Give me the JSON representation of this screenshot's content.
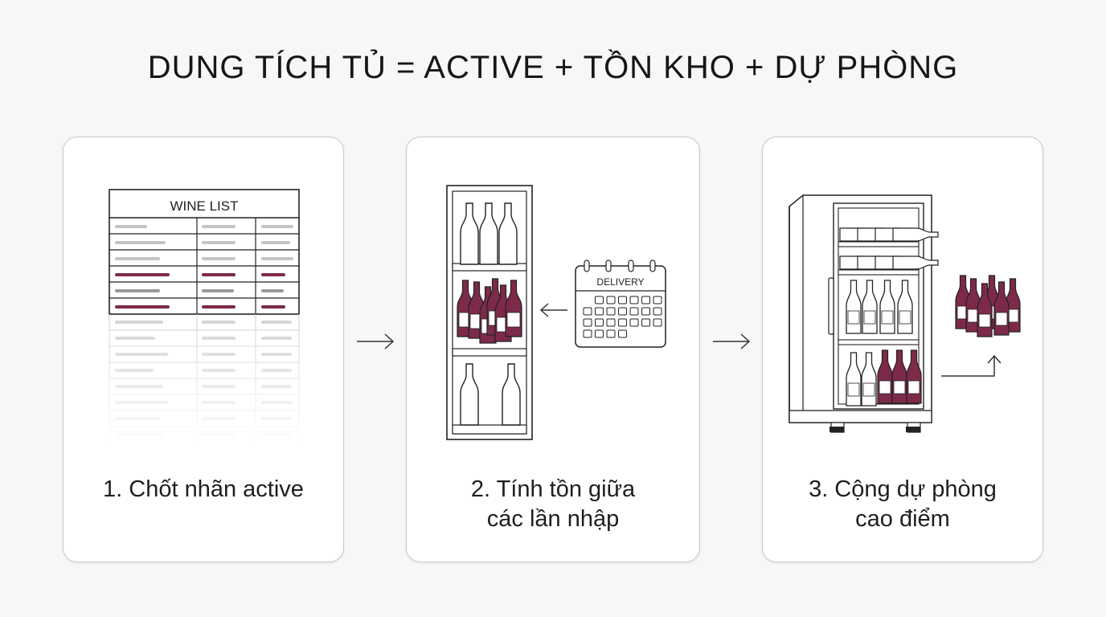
{
  "title": "DUNG TÍCH TỦ = ACTIVE + TỒN KHO + DỰ PHÒNG",
  "steps": [
    {
      "lines": [
        "1. Chốt nhãn active"
      ],
      "illustration": "wine-list-icon"
    },
    {
      "lines": [
        "2. Tính tồn giữa",
        "các lần nhập"
      ],
      "illustration": "shelf-with-delivery-calendar"
    },
    {
      "lines": [
        "3. Cộng dự phòng",
        "cao điểm"
      ],
      "illustration": "wine-fridge-with-reserve"
    }
  ],
  "wine_list": {
    "header": "WINE LIST"
  },
  "calendar": {
    "label": "DELIVERY"
  },
  "colors": {
    "wine": "#7d2a4a",
    "line": "#222222",
    "gray": "#c4c4c4"
  }
}
